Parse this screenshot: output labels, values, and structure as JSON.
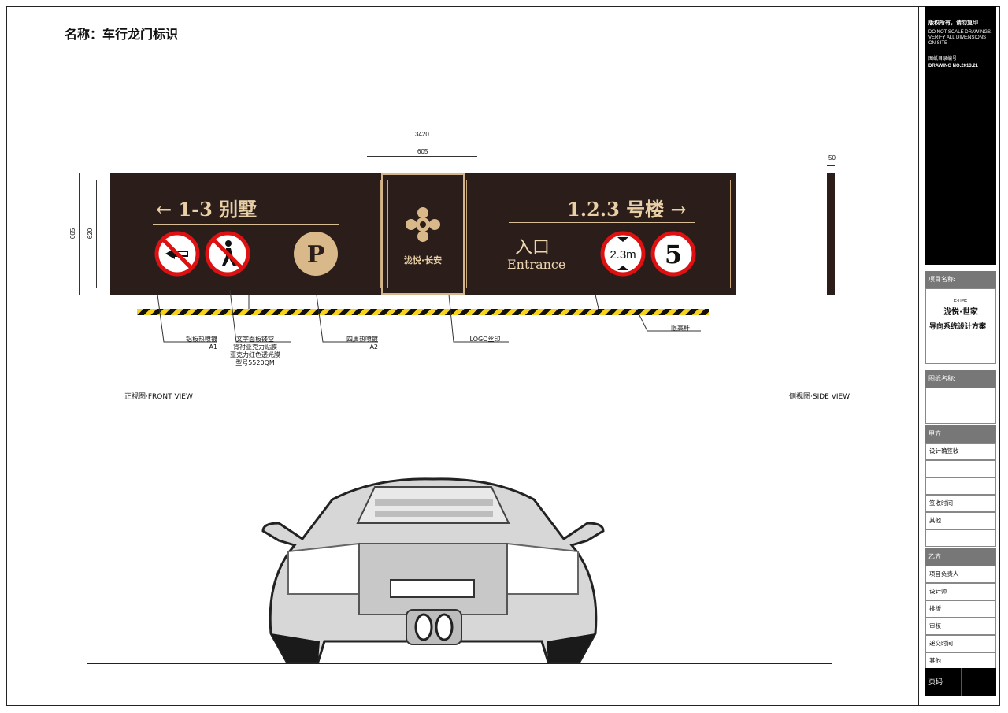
{
  "drawing": {
    "title": "名称：车行龙门标识",
    "dims": {
      "total_width": "3420",
      "logo_width": "605",
      "height_outer": "665",
      "height_inner": "620",
      "depth": "50"
    },
    "sign": {
      "left_direction": "← 1-3 别墅",
      "right_direction": "1.2.3 号楼 →",
      "entrance_cn": "入口",
      "entrance_en": "Entrance",
      "logo_text": "泷悦·长安",
      "height_limit": "2.3m",
      "speed_limit": "5",
      "parking": "P"
    },
    "callouts": {
      "aluminum": "铝板热喷镀",
      "aluminum_code": "A1",
      "text_panel_1": "文字面板镂空",
      "text_panel_2": "背衬亚克力贴膜",
      "text_panel_3": "亚克力红色透光膜",
      "text_panel_4": "型号5520QM",
      "perimeter": "四周热喷镀",
      "perimeter_code": "A2",
      "logo_print": "LOGO丝印",
      "barrier": "限高杆"
    },
    "views": {
      "front": "正视图·FRONT VIEW",
      "side": "侧视图·SIDE VIEW"
    }
  },
  "title_block": {
    "copyright": "版权所有，请勿复印",
    "note1": "DO NOT SCALE DRAWINGS.",
    "note2": "VERIFY ALL DIMENSIONS",
    "note3": "ON SITE",
    "drawing_no_label": "图纸目录编号",
    "drawing_no": "DRAWING NO.2013.21",
    "project_label": "项目名称:",
    "project_brand_top": "E-TIME",
    "project_brand": "泷悦·世家",
    "project_name": "导向系统设计方案",
    "sheet_label": "图纸名称:",
    "party_a": "甲方",
    "rows_a": [
      "设计确签收",
      "",
      "",
      "签收时间",
      "其他",
      ""
    ],
    "party_b": "乙方",
    "rows_b": [
      "项目负责人",
      "设计师",
      "排版",
      "审核",
      "递交时间",
      "其他"
    ],
    "page_label": "页码"
  }
}
